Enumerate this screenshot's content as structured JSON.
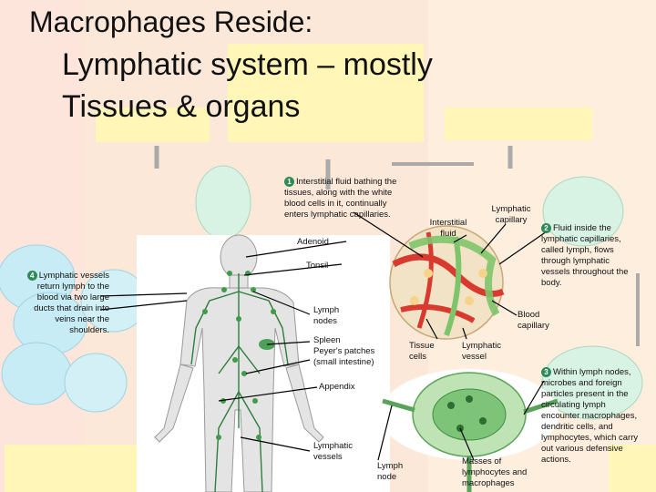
{
  "title_line1": "Macrophages Reside:",
  "title_line2": "Lymphatic system – mostly",
  "title_line3": "Tissues & organs",
  "steps": [
    {
      "num": "1",
      "text": "Interstitial fluid bathing the tissues, along with the white blood cells in it, continually enters lymphatic capillaries."
    },
    {
      "num": "2",
      "text": "Fluid inside the lymphatic capillaries, called lymph, flows through lymphatic vessels throughout the body."
    },
    {
      "num": "3",
      "text": "Within lymph nodes, microbes and foreign particles present in the circulating lymph encounter macrophages, dendritic cells, and lymphocytes, which carry out various defensive actions."
    },
    {
      "num": "4",
      "text": "Lymphatic vessels return lymph to the blood via two large ducts that drain into veins near the shoulders."
    }
  ],
  "labels": {
    "adenoid": "Adenoid",
    "tonsil": "Tonsil",
    "lymph_nodes": "Lymph nodes",
    "spleen": "Spleen",
    "peyers": "Peyer's patches (small intestine)",
    "appendix": "Appendix",
    "lymphatic_vessels": "Lymphatic vessels",
    "lymph_node": "Lymph node",
    "masses": "Masses of lymphocytes and macrophages",
    "interstitial_fluid": "Interstitial fluid",
    "lymphatic_capillary": "Lymphatic capillary",
    "blood_capillary": "Blood capillary",
    "tissue_cells": "Tissue cells",
    "lymphatic_vessel": "Lymphatic vessel"
  }
}
